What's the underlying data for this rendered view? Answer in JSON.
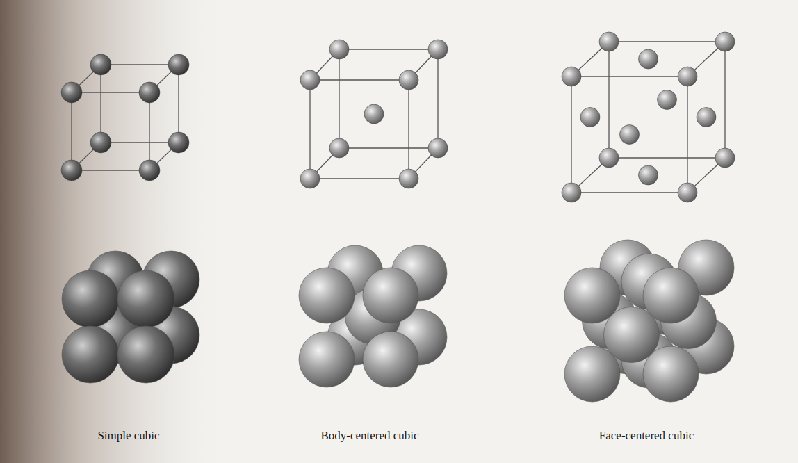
{
  "diagram": {
    "labels": [
      "Simple cubic",
      "Body-centered cubic",
      "Face-centered cubic"
    ]
  }
}
